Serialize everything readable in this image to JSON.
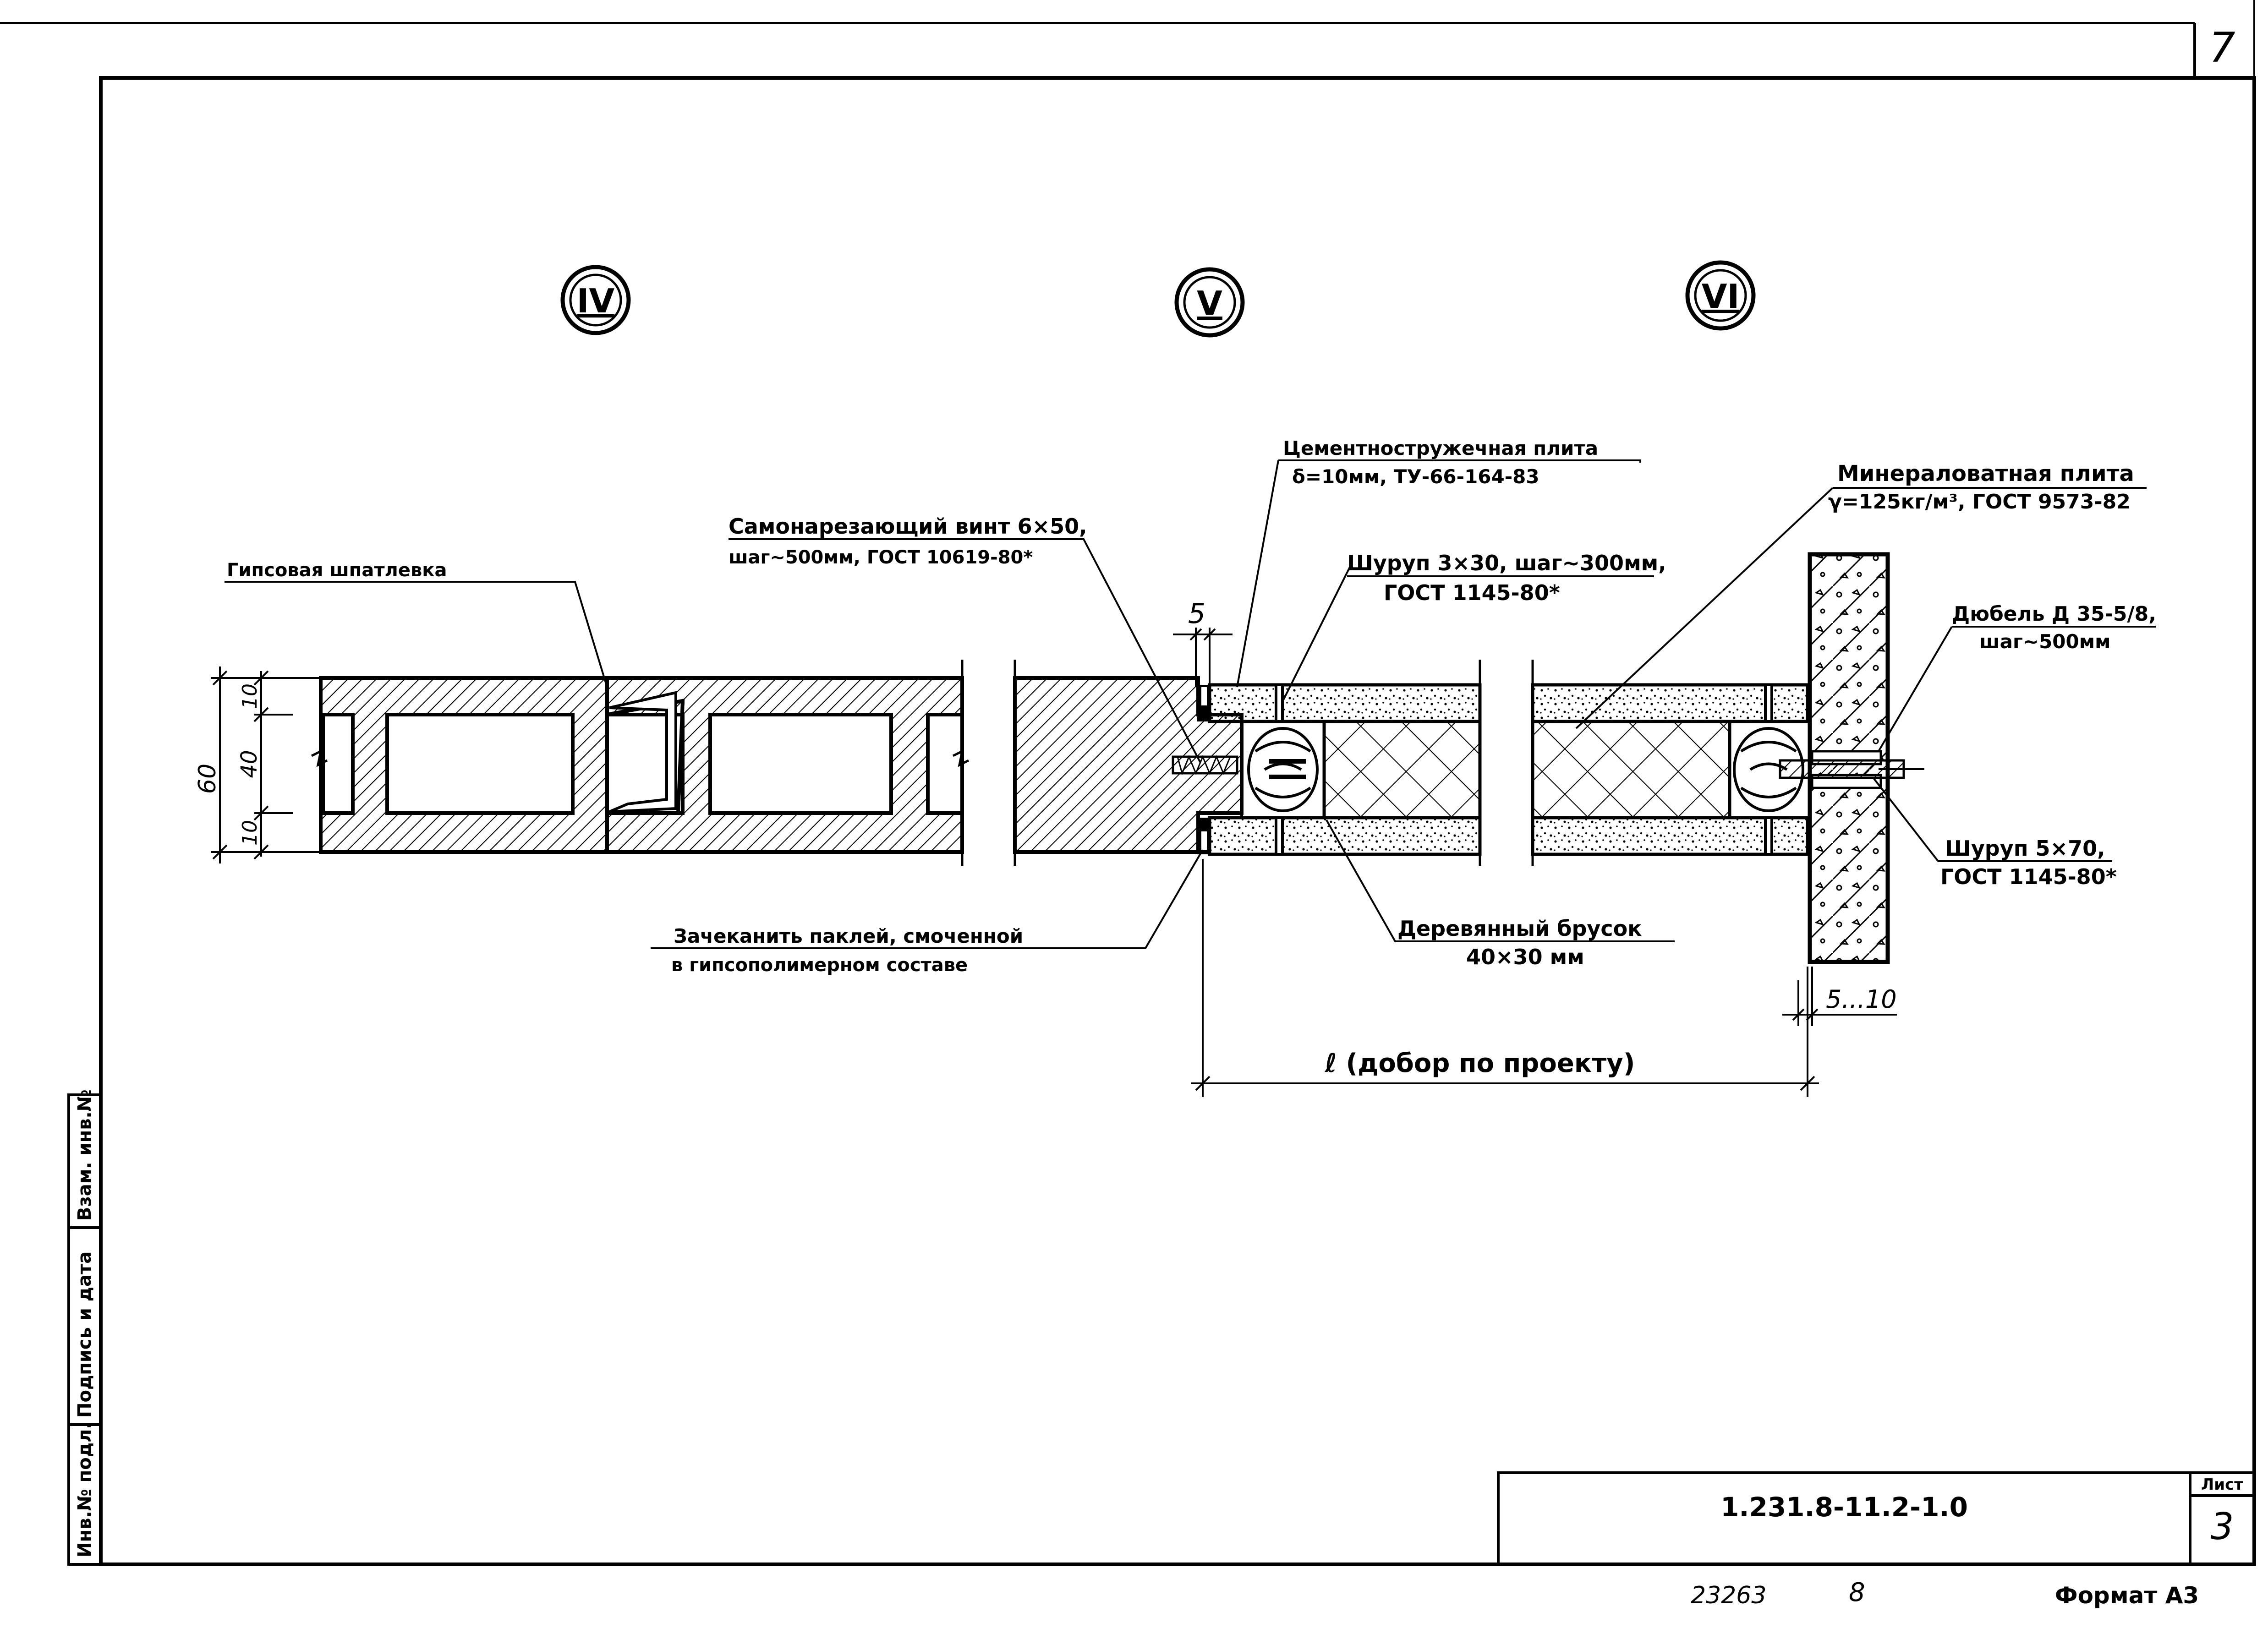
{
  "sheet": {
    "corner_number": "7",
    "code": "1.231.8-11.2-1.0",
    "list_label": "Лист",
    "list_number": "3",
    "inventory_number": "23263",
    "inventory_copy": "8",
    "format_label": "Формат А3",
    "side_stamp": [
      "Инв.№ подл.",
      "Подпись и дата",
      "Взам. инв.№"
    ]
  },
  "sections": [
    {
      "id": "iv",
      "label": "IV"
    },
    {
      "id": "v",
      "label": "V"
    },
    {
      "id": "vi",
      "label": "VI"
    }
  ],
  "callouts": {
    "gypsum": "Гипсовая шпатлевка",
    "screw_self_1": "Самонарезающий винт 6×50,",
    "screw_self_2": "шаг~500мм, ГОСТ 10619-80*",
    "cement_1": "Цементностружечная плита",
    "cement_2": "δ=10мм, ТУ-66-164-83",
    "screw_1": "Шуруп 3×30, шаг~300мм,",
    "screw_2": "ГОСТ 1145-80*",
    "mineral_1": "Минераловатная плита",
    "mineral_2": "γ=125кг/м³, ГОСТ 9573-82",
    "dowel_1": "Дюбель Д 35-5/8,",
    "dowel_2": "шаг~500мм",
    "caulk_1": "Зачеканить паклей, смоченной",
    "caulk_2": "в гипсополимерном составе",
    "bar_1": "Деревянный брусок",
    "bar_2": "40×30 мм",
    "screw5_1": "Шуруп 5×70,",
    "screw5_2": "ГОСТ 1145-80*"
  },
  "dimensions": {
    "total": "60",
    "top": "10",
    "middle": "40",
    "bottom": "10",
    "gap": "5",
    "wall_gap": "5...10",
    "length": "ℓ (добор по проекту)"
  }
}
